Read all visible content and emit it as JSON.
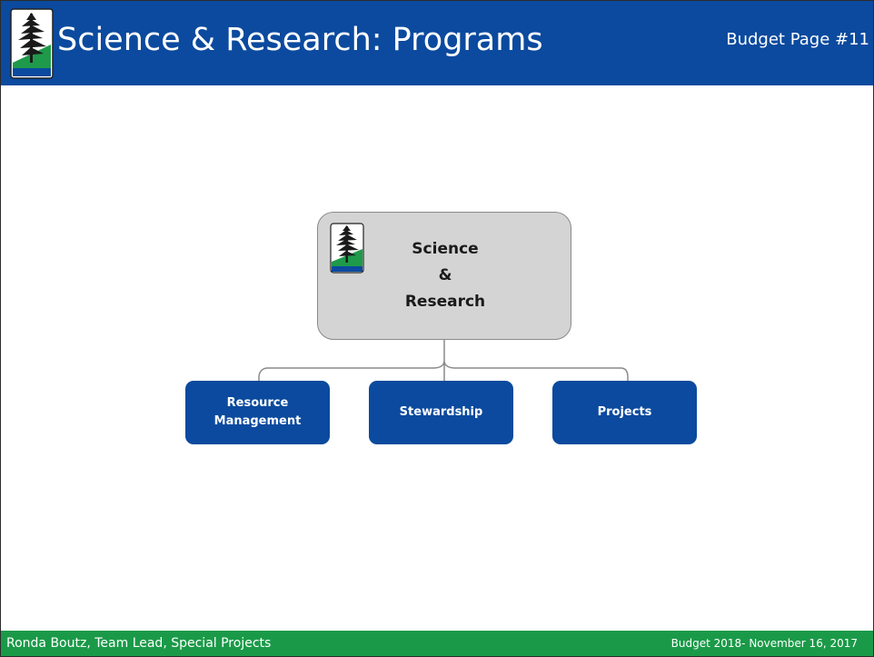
{
  "header": {
    "title": "Science & Research: Programs",
    "page_label": "Budget Page #11"
  },
  "diagram": {
    "root": "Science\n&\nResearch",
    "children": [
      "Resource\nManagement",
      "Stewardship",
      "Projects"
    ]
  },
  "footer": {
    "presenter": "Ronda Boutz, Team Lead, Special Projects",
    "date": "Budget 2018- November 16, 2017"
  },
  "colors": {
    "header_blue": "#0b4a9e",
    "footer_green": "#1a9a48",
    "root_box_gray": "#d4d4d4",
    "child_box_blue": "#0b4a9e"
  },
  "icons": [
    "tree-logo-icon"
  ]
}
